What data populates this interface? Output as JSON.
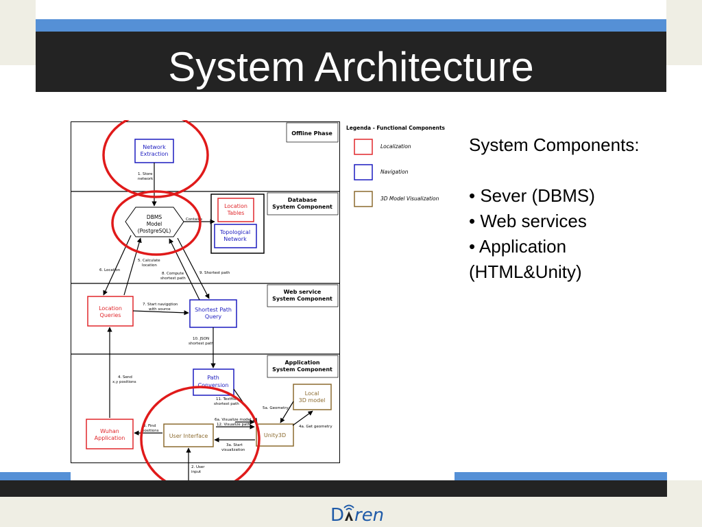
{
  "slide": {
    "title": "System Architecture",
    "components_heading": "System Components:",
    "components": [
      "• Sever (DBMS)",
      "• Web services",
      "• Application",
      "(HTML&Unity)"
    ],
    "logo_text": "ren",
    "logo_letter": "D"
  },
  "diagram": {
    "lanes": {
      "offline": [
        "Offline Phase"
      ],
      "database": [
        "Database",
        "System Component"
      ],
      "webservice": [
        "Web service",
        "System Component"
      ],
      "application": [
        "Application",
        "System Component"
      ]
    },
    "legend": {
      "title": "Legenda - Functional Components",
      "localization": "Localization",
      "navigation": "Navigation",
      "visualization": "3D Model Visualization"
    },
    "nodes": {
      "network_extraction": [
        "Network",
        "Extraction"
      ],
      "dbms_model": [
        "DBMS",
        "Model",
        "(PostgreSQL)"
      ],
      "location_tables": [
        "Location",
        "Tables"
      ],
      "topological_network": [
        "Topological",
        "Network"
      ],
      "location_queries": [
        "Location",
        "Queries"
      ],
      "shortest_path_query": [
        "Shortest Path",
        "Query"
      ],
      "path_conversion": [
        "Path",
        "Conversion"
      ],
      "local_3d_model": [
        "Local",
        "3D model"
      ],
      "wuhan_application": [
        "Wuhan",
        "Application"
      ],
      "user_interface": [
        "User Interface"
      ],
      "unity3d": [
        "Unity3D"
      ]
    },
    "edge_labels": {
      "store_network": [
        "1. Store",
        "network"
      ],
      "contains": [
        "Contains"
      ],
      "location": [
        "6. Location"
      ],
      "calculate_location": [
        "5. Calculate",
        "location"
      ],
      "compute_shortest_path": [
        "8. Compute",
        "shortest path"
      ],
      "shortest_path": [
        "9. Shortest path"
      ],
      "start_navigation": [
        "7. Start navigqtion",
        "with source"
      ],
      "json_shortest_path": [
        "10. JSON",
        "shortest path"
      ],
      "send_positions": [
        "4. Send",
        "x,y positions"
      ],
      "textfile_shortest_path": [
        "11. Textfile",
        "shortest path"
      ],
      "geometry": [
        "5a. Geometry"
      ],
      "visualize_model": [
        "6a. Visualize model"
      ],
      "visualize_path": [
        "12. Visualize path"
      ],
      "find_positions": [
        "3. Find",
        "positions"
      ],
      "get_geometry": [
        "4a. Get geometry"
      ],
      "start_visualization": [
        "3a. Start",
        "visualization"
      ],
      "user_input": [
        "2. User",
        "input"
      ]
    }
  },
  "colors": {
    "localization": "#e0262a",
    "navigation": "#1a1abf",
    "visualization": "#8b6a2e",
    "highlight": "#e01a1a",
    "title_bar": "#232323",
    "accent_blue": "#5590d6",
    "logo_blue": "#1e5aa8"
  }
}
